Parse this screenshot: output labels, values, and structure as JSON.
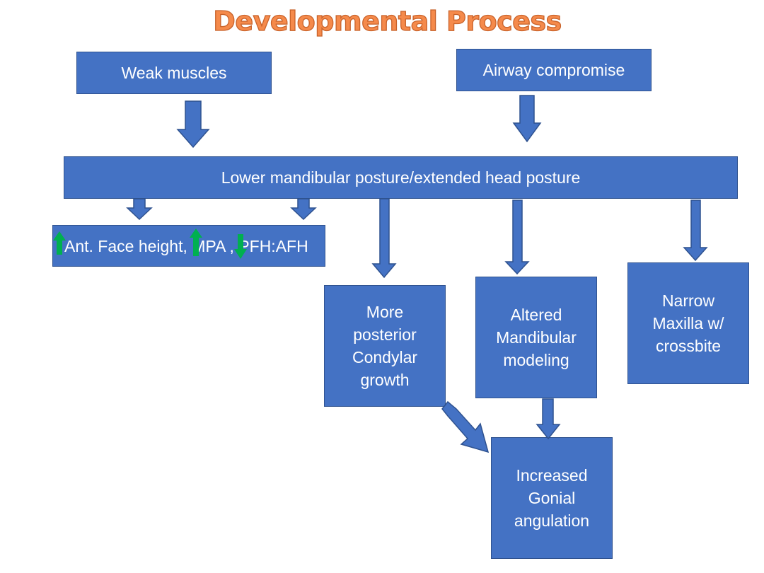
{
  "title": "Developmental Process",
  "colors": {
    "title": "#f58a4b",
    "box_fill": "#4472c4",
    "box_border": "#2f528f",
    "indicator": "#00b050"
  },
  "nodes": {
    "weak_muscles": "Weak muscles",
    "airway_compromise": "Airway compromise",
    "lower_posture": "Lower mandibular posture/extended head posture",
    "face_height": "Ant. Face height, MPA , PFH:AFH",
    "condylar_growth": "More posterior Condylar growth",
    "mandibular_modeling": "Altered Mandibular modeling",
    "narrow_maxilla": "Narrow Maxilla w/ crossbite",
    "gonial_angulation": "Increased Gonial angulation"
  },
  "indicators": [
    {
      "target": "Ant. Face height",
      "direction": "up"
    },
    {
      "target": "MPA",
      "direction": "up"
    },
    {
      "target": "PFH:AFH",
      "direction": "down"
    }
  ]
}
